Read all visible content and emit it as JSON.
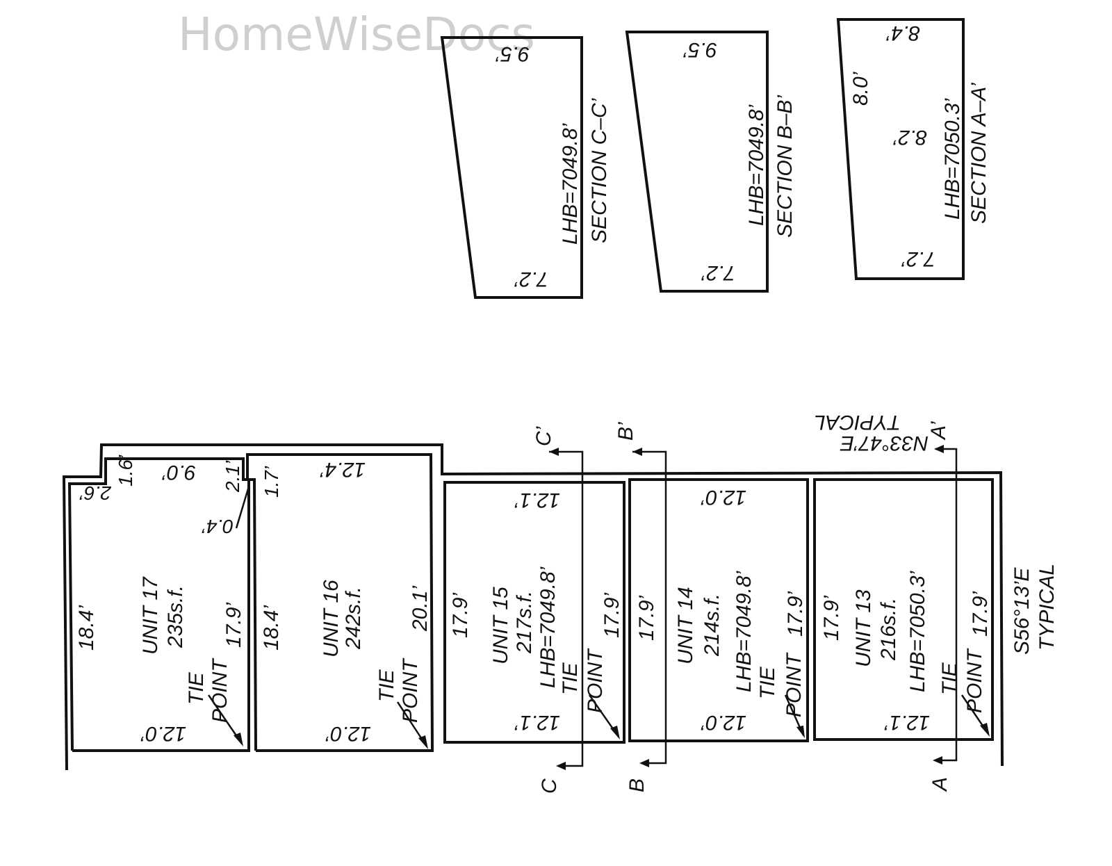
{
  "watermark": "HomeWiseDocs",
  "sections": {
    "c": {
      "title": "SECTION C–C’",
      "lhb": "LHB=7049.8’",
      "top_dim": "9.5’",
      "bottom_dim": "7.2’"
    },
    "b": {
      "title": "SECTION B–B’",
      "lhb": "LHB=7049.8’",
      "top_dim": "9.5’",
      "bottom_dim": "7.2’"
    },
    "a": {
      "title": "SECTION A–A’",
      "lhb": "LHB=7050.3’",
      "top_dim": "8.4’",
      "left_dim": "8.0’",
      "mid_dim": "8.2’",
      "bottom_dim": "7.2’"
    }
  },
  "bearings": {
    "top": {
      "bearing": "N33°47’E",
      "note": "TYPICAL"
    },
    "right": {
      "bearing": "S56°13’E",
      "note": "TYPICAL"
    }
  },
  "section_marks": {
    "c_bottom": "C",
    "c_top": "C’",
    "b_bottom": "B",
    "b_top": "B’",
    "a_bottom": "A",
    "a_top": "A’"
  },
  "units": {
    "u17": {
      "name": "UNIT  17",
      "area": "235s.f.",
      "left": "18.4’",
      "right": "17.9’",
      "bottom": "12.0’",
      "top": "9.0’",
      "d1": "1.6’",
      "d2": "2.6’",
      "d3": "2.1’",
      "d4": "0.4’",
      "tie1": "TIE",
      "tie2": "POINT"
    },
    "u16": {
      "name": "UNIT  16",
      "area": "242s.f.",
      "left": "18.4’",
      "right": "20.1’",
      "bottom": "12.0’",
      "top": "12.4’",
      "d1": "1.7’",
      "tie1": "TIE",
      "tie2": "POINT"
    },
    "u15": {
      "name": "UNIT  15",
      "area": "217s.f.",
      "lhb": "LHB=7049.8’",
      "left": "17.9’",
      "right": "17.9’",
      "top": "12.1’",
      "bottom": "12.1’",
      "tie1": "TIE",
      "tie2": "POINT"
    },
    "u14": {
      "name": "UNIT  14",
      "area": "214s.f.",
      "lhb": "LHB=7049.8’",
      "left": "17.9’",
      "right": "17.9’",
      "top": "12.0’",
      "bottom": "12.0’",
      "tie1": "TIE",
      "tie2": "POINT"
    },
    "u13": {
      "name": "UNIT  13",
      "area": "216s.f.",
      "lhb": "LHB=7050.3’",
      "left": "17.9’",
      "right": "17.9’",
      "top": "12.1’",
      "bottom": "12.1’",
      "tie1": "TIE",
      "tie2": "POINT"
    }
  }
}
